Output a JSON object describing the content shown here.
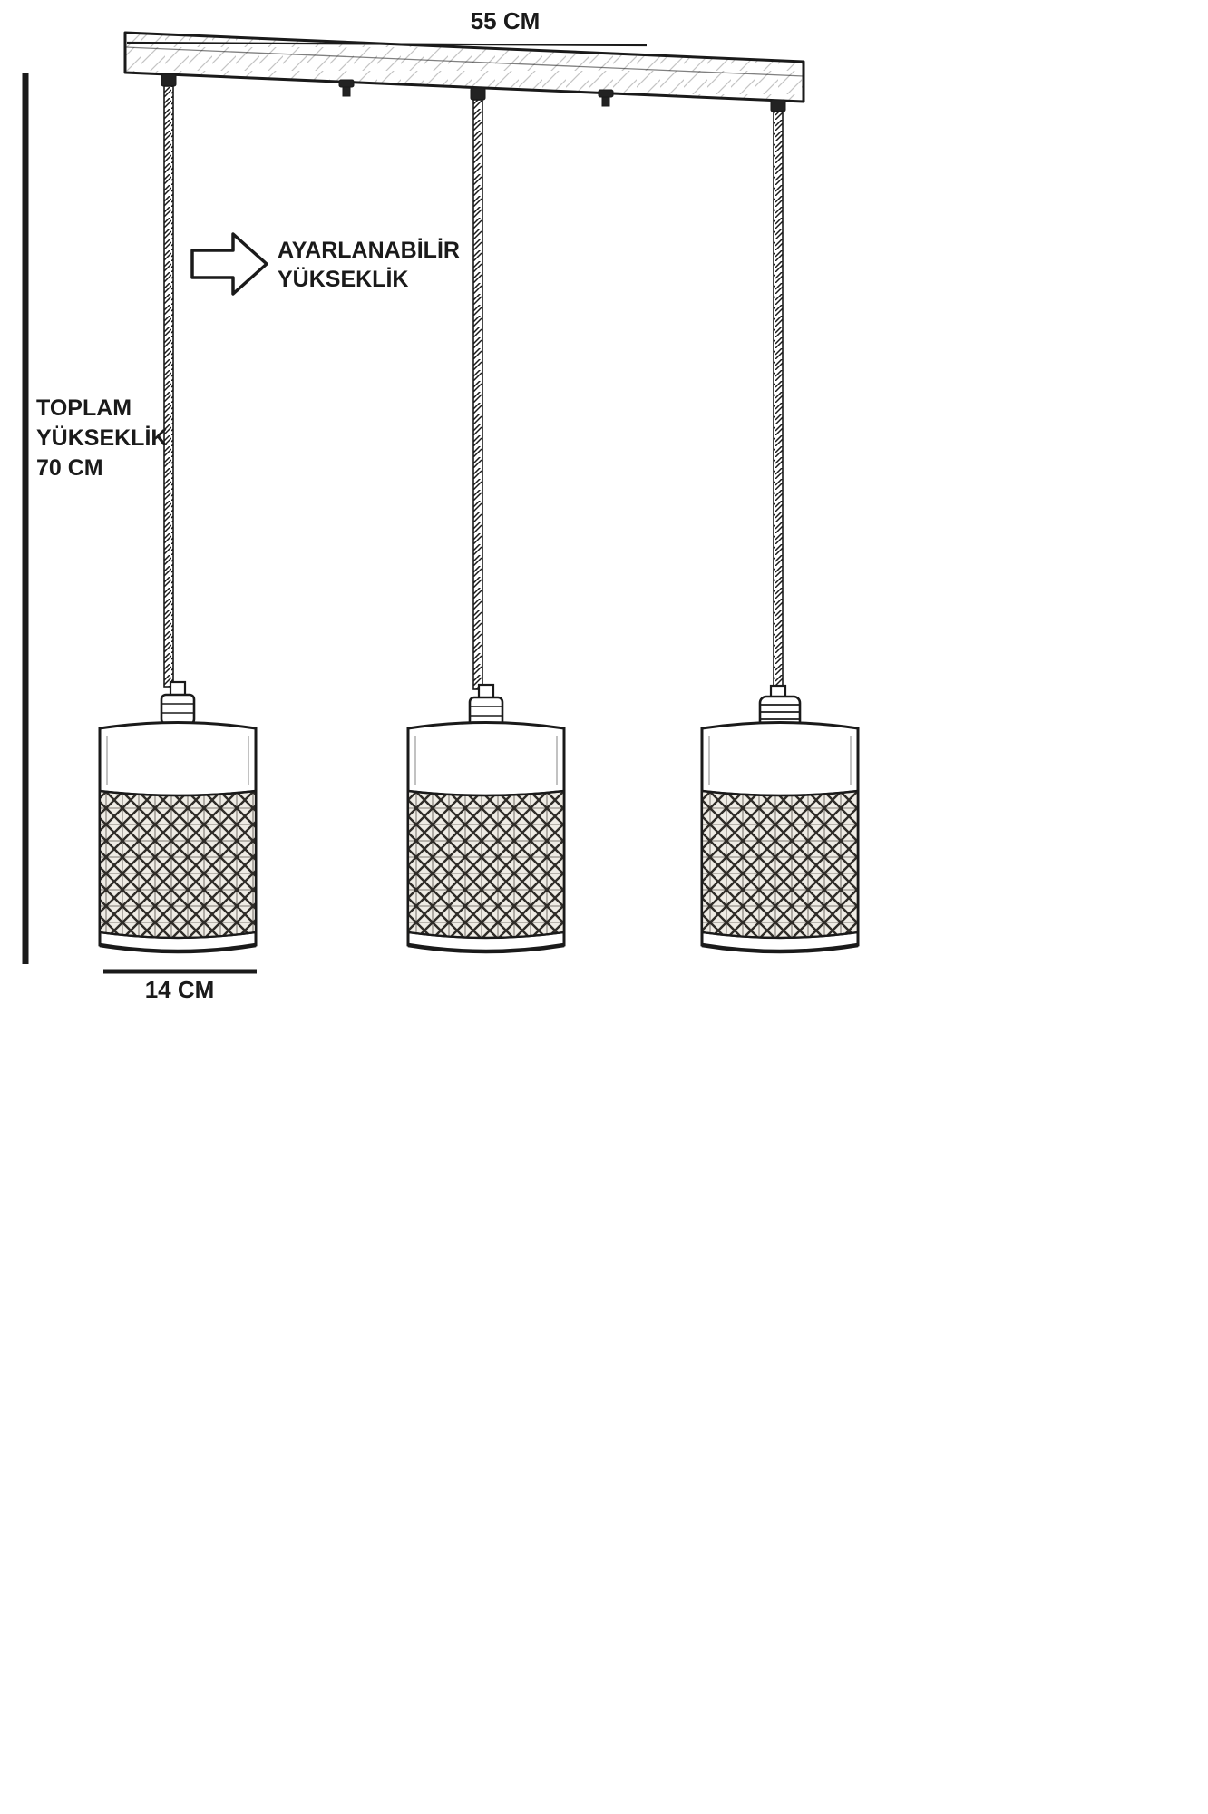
{
  "labels": {
    "bar_width": "55 CM",
    "adjustable": [
      "AYARLANABİLİR",
      "YÜKSEKLİK"
    ],
    "total_height": [
      "TOPLAM",
      "YÜKSEKLİK",
      "70 CM"
    ],
    "shade_diameter": "14 CM"
  },
  "colors": {
    "ink": "#1a1a1a",
    "paper": "#ffffff",
    "weave": "#2f2c28"
  },
  "pendant_count": 3
}
